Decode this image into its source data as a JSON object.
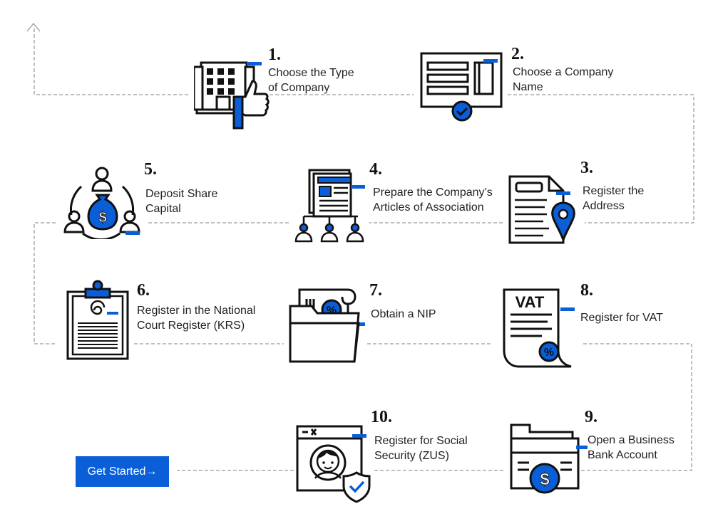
{
  "colors": {
    "accent": "#0a5fd8",
    "ink": "#111111",
    "connector": "#9a9a9a",
    "background": "#ffffff"
  },
  "steps": [
    {
      "number": "1.",
      "lines": [
        "Choose the Type",
        "of Company"
      ],
      "icon": "office-building-thumbs-up-icon"
    },
    {
      "number": "2.",
      "lines": [
        "Choose a Company",
        "Name"
      ],
      "icon": "certificate-check-icon"
    },
    {
      "number": "3.",
      "lines": [
        "Register the",
        "Address"
      ],
      "icon": "document-location-pin-icon"
    },
    {
      "number": "4.",
      "lines": [
        "Prepare the Company’s",
        "Articles of Association"
      ],
      "icon": "document-people-icon"
    },
    {
      "number": "5.",
      "lines": [
        "Deposit Share",
        "Capital"
      ],
      "icon": "money-bag-people-icon"
    },
    {
      "number": "6.",
      "lines": [
        "Register in the National",
        "Court Register (KRS)"
      ],
      "icon": "clipboard-icon"
    },
    {
      "number": "7.",
      "lines": [
        "Obtain a NIP"
      ],
      "icon": "folder-percent-document-icon"
    },
    {
      "number": "8.",
      "lines": [
        "Register for VAT"
      ],
      "icon": "vat-document-icon"
    },
    {
      "number": "9.",
      "lines": [
        "Open a Business",
        "Bank Account"
      ],
      "icon": "bank-card-dollar-icon"
    },
    {
      "number": "10.",
      "lines": [
        "Register for Social",
        "Security (ZUS)"
      ],
      "icon": "browser-person-shield-icon"
    }
  ],
  "cta": {
    "label": "Get Started→"
  }
}
